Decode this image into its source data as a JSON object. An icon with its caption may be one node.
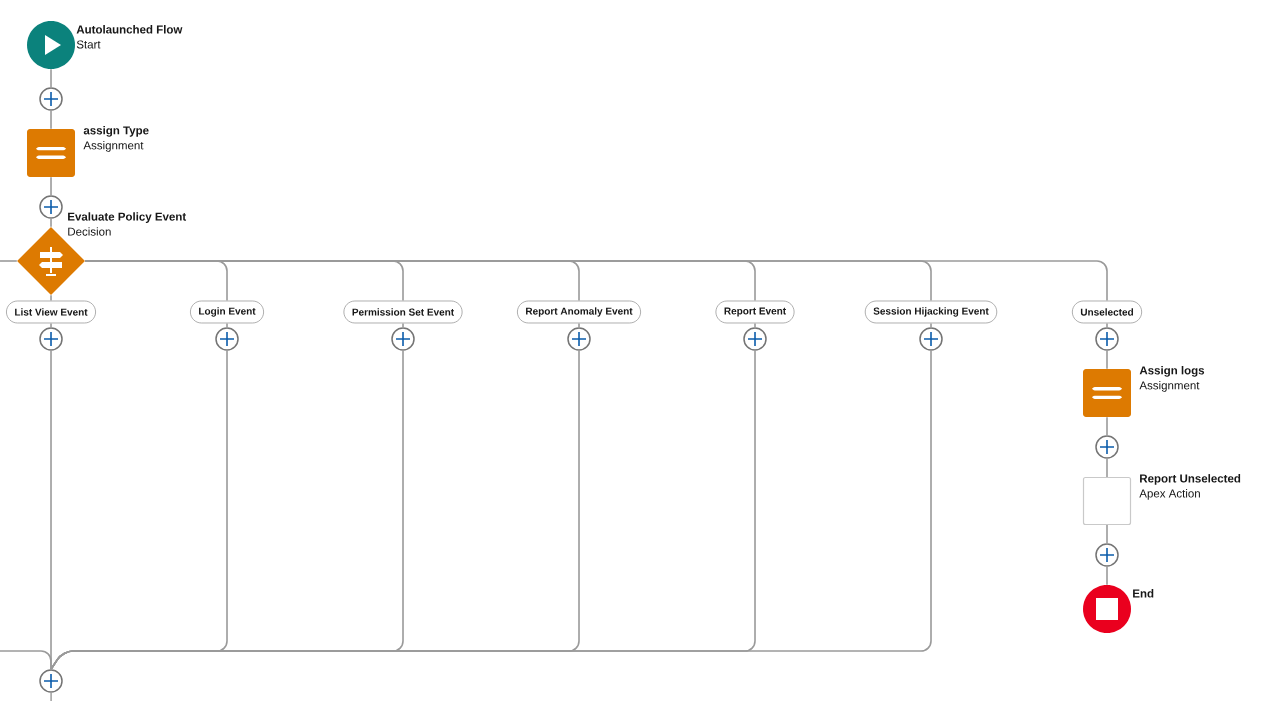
{
  "diagram": {
    "nodes": [
      {
        "text": [
          "Autolaunched Flow",
          "Start"
        ]
      },
      {
        "text": [],
        "shape": "circle"
      },
      {
        "text": [
          "assign Type",
          "Assignment"
        ]
      },
      {
        "text": [],
        "shape": "circle"
      },
      {
        "text": [
          "Evaluate Policy Event",
          "Decision"
        ]
      },
      {
        "text": [
          "List View Event"
        ]
      },
      {
        "text": [
          "Login Event"
        ]
      },
      {
        "text": [
          "Permission Set Event"
        ]
      },
      {
        "text": [
          "Report Anomaly Event"
        ]
      },
      {
        "text": [
          "Report Event"
        ]
      },
      {
        "text": [
          "Session Hijacking Event"
        ]
      },
      {
        "text": [
          "Unselected"
        ]
      },
      {
        "text": [],
        "shape": "circle"
      },
      {
        "text": [],
        "shape": "circle"
      },
      {
        "text": [],
        "shape": "circle"
      },
      {
        "text": [],
        "shape": "circle"
      },
      {
        "text": [],
        "shape": "circle"
      },
      {
        "text": [],
        "shape": "circle"
      },
      {
        "text": [],
        "shape": "circle"
      },
      {
        "text": [
          "Assign logs",
          "Assignment"
        ]
      },
      {
        "text": [],
        "shape": "circle"
      },
      {
        "text": [
          "Report Unselected",
          "Apex Action"
        ]
      },
      {
        "text": [],
        "shape": "circle"
      },
      {
        "text": [
          "End"
        ]
      },
      {
        "text": [],
        "shape": "circle"
      }
    ],
    "edges": [
      {
        "from": 0,
        "to": 1,
        "arrow": "none"
      },
      {
        "from": 1,
        "to": 2,
        "arrow": "none"
      },
      {
        "from": 2,
        "to": 3,
        "arrow": "none"
      },
      {
        "from": 3,
        "to": 4,
        "arrow": "none"
      },
      {
        "from": null,
        "to": 4,
        "arrow": "none"
      },
      {
        "from": 4,
        "to": 5,
        "arrow": "none"
      },
      {
        "from": 4,
        "to": 6,
        "arrow": "none"
      },
      {
        "from": 4,
        "to": 7,
        "arrow": "none"
      },
      {
        "from": 4,
        "to": 8,
        "arrow": "none"
      },
      {
        "from": 4,
        "to": 9,
        "arrow": "none"
      },
      {
        "from": 4,
        "to": 10,
        "arrow": "none"
      },
      {
        "from": 4,
        "to": 11,
        "arrow": "none"
      },
      {
        "from": 5,
        "to": 12,
        "arrow": "none"
      },
      {
        "from": 6,
        "to": 13,
        "arrow": "none"
      },
      {
        "from": 7,
        "to": 14,
        "arrow": "none"
      },
      {
        "from": 8,
        "to": 15,
        "arrow": "none"
      },
      {
        "from": 9,
        "to": 16,
        "arrow": "none"
      },
      {
        "from": 10,
        "to": 17,
        "arrow": "none"
      },
      {
        "from": 11,
        "to": 18,
        "arrow": "none"
      },
      {
        "from": 18,
        "to": 19,
        "arrow": "none"
      },
      {
        "from": 19,
        "to": 20,
        "arrow": "none"
      },
      {
        "from": 20,
        "to": 21,
        "arrow": "none"
      },
      {
        "from": 21,
        "to": 22,
        "arrow": "none"
      },
      {
        "from": 22,
        "to": 23,
        "arrow": "none"
      },
      {
        "from": 12,
        "to": 24,
        "arrow": "none"
      },
      {
        "from": 13,
        "to": 24,
        "arrow": "none"
      },
      {
        "from": 14,
        "to": 24,
        "arrow": "none"
      },
      {
        "from": 15,
        "to": 24,
        "arrow": "none"
      },
      {
        "from": 16,
        "to": 24,
        "arrow": "none"
      },
      {
        "from": 17,
        "to": 24,
        "arrow": "none"
      },
      {
        "from": null,
        "to": 24,
        "arrow": "none"
      },
      {
        "from": 24,
        "to": null,
        "arrow": "none"
      }
    ]
  }
}
